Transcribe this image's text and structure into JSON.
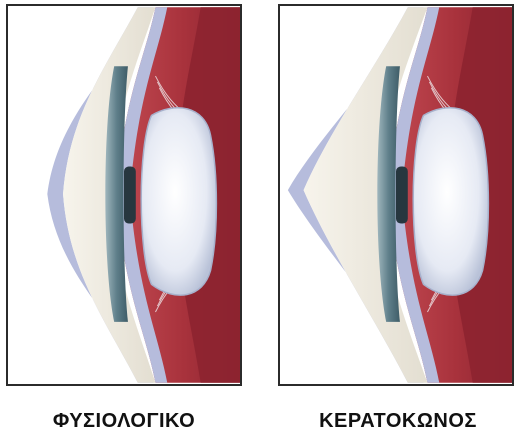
{
  "panels": [
    {
      "id": "normal",
      "label": "ΦΥΣΙΟΛΟΓΙΚΟ"
    },
    {
      "id": "keratoconus",
      "label": "ΚΕΡΑΤΟΚΩΝΟΣ"
    }
  ],
  "colors": {
    "sclera_outer": "#b3b8d8",
    "eyeball_red": "#a8323c",
    "eyeball_dark": "#7e1f29",
    "cornea_fill": "#f2efe6",
    "iris_teal": "#6c8f9a",
    "lens_fill": "#eef1f8",
    "border": "#2b2b2b"
  }
}
